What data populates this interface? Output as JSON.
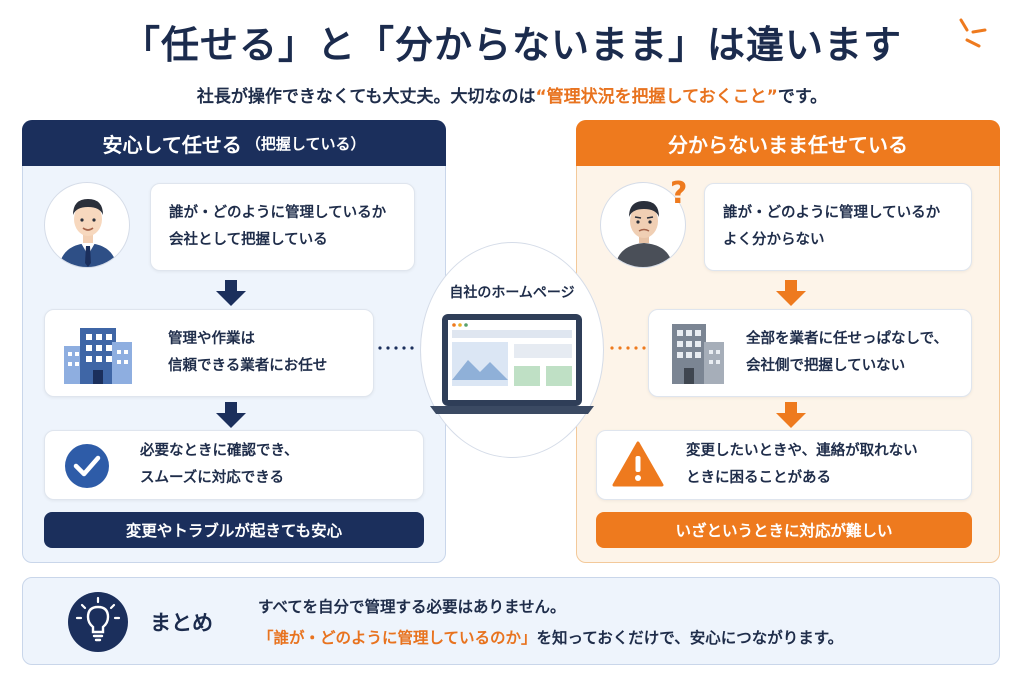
{
  "title": "「任せる」と「分からないまま」は違います",
  "subtitle": {
    "before": "社長が操作できなくても大丈夫。大切なのは",
    "highlight": "“管理状況を把握しておくこと”",
    "after": "です。"
  },
  "left_panel": {
    "header": "安心して任せる",
    "header_small": "（把握している）",
    "bubble": [
      "誰が・どのように管理しているか",
      "会社として把握している"
    ],
    "card1": [
      "管理や作業は",
      "信頼できる業者にお任せ"
    ],
    "card2": [
      "必要なときに確認でき、",
      "スムーズに対応できる"
    ],
    "footer": "変更やトラブルが起きても安心"
  },
  "right_panel": {
    "header": "分からないまま任せている",
    "bubble": [
      "誰が・どのように管理しているか",
      "よく分からない"
    ],
    "card1": [
      "全部を業者に任せっぱなしで、",
      "会社側で把握していない"
    ],
    "card2": [
      "変更したいときや、連絡が取れない",
      "ときに困ることがある"
    ],
    "footer": "いざというときに対応が難しい"
  },
  "center": {
    "label": "自社のホームページ"
  },
  "summary": {
    "title": "まとめ",
    "line1": "すべてを自分で管理する必要はありません。",
    "line2_highlight": "「誰が・どのように管理しているのか」",
    "line2_rest": "を知っておくだけで、安心につながります。"
  },
  "colors": {
    "navy": "#1b2f5c",
    "orange": "#ee7a1e",
    "left_bg": "#eef4fc",
    "right_bg": "#fdf4e9"
  },
  "icons": {
    "left_avatar": "businessman-icon",
    "right_avatar": "confused-person-icon",
    "left_building": "office-building-icon",
    "right_building": "gray-building-icon",
    "check": "check-circle-icon",
    "warning": "warning-icon",
    "laptop": "laptop-icon",
    "summary": "lightbulb-icon"
  }
}
